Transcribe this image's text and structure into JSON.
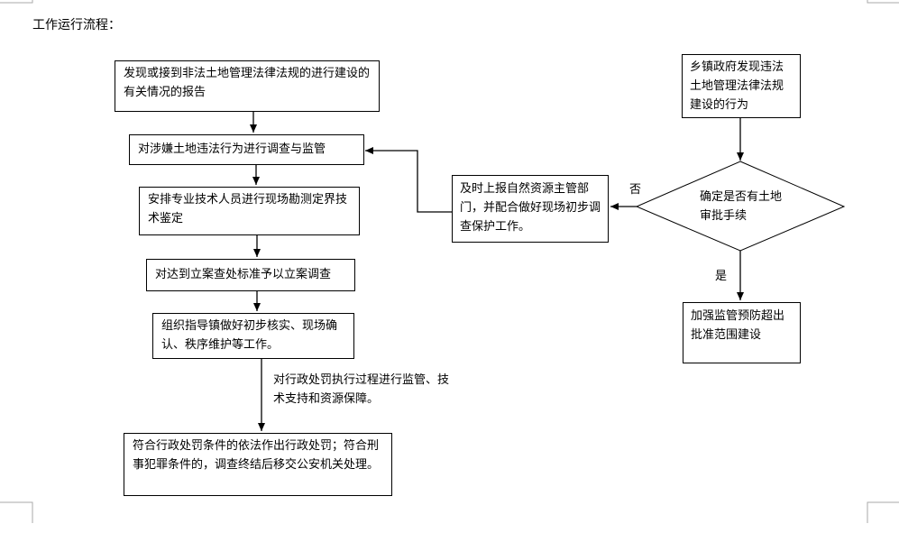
{
  "page_title": "工作运行流程：",
  "boxes": {
    "report": "发现或接到非法土地管理法律法规的进行建设的有关情况的报告",
    "investigate": "对涉嫌土地违法行为进行调查与监管",
    "survey": "安排专业技术人员进行现场勘测定界技术鉴定",
    "file_case": "对达到立案查处标准予以立案调查",
    "guide": "组织指导镇做好初步核实、现场确认、秩序维护等工作。",
    "penalty": "符合行政处罚条件的依法作出行政处罚；符合刑事犯罪条件的，调查终结后移交公安机关处理。",
    "town_finds": "乡镇政府发现违法土地管理法律法规建设的行为",
    "decision": "确定是否有土地审批手续",
    "report_dept": "及时上报自然资源主管部门，并配合做好现场初步调查保护工作。",
    "strengthen": "加强监管预防超出批准范围建设"
  },
  "labels": {
    "no": "否",
    "yes": "是",
    "supervision_note": "对行政处罚执行过程进行监管、技术支持和资源保障。"
  }
}
